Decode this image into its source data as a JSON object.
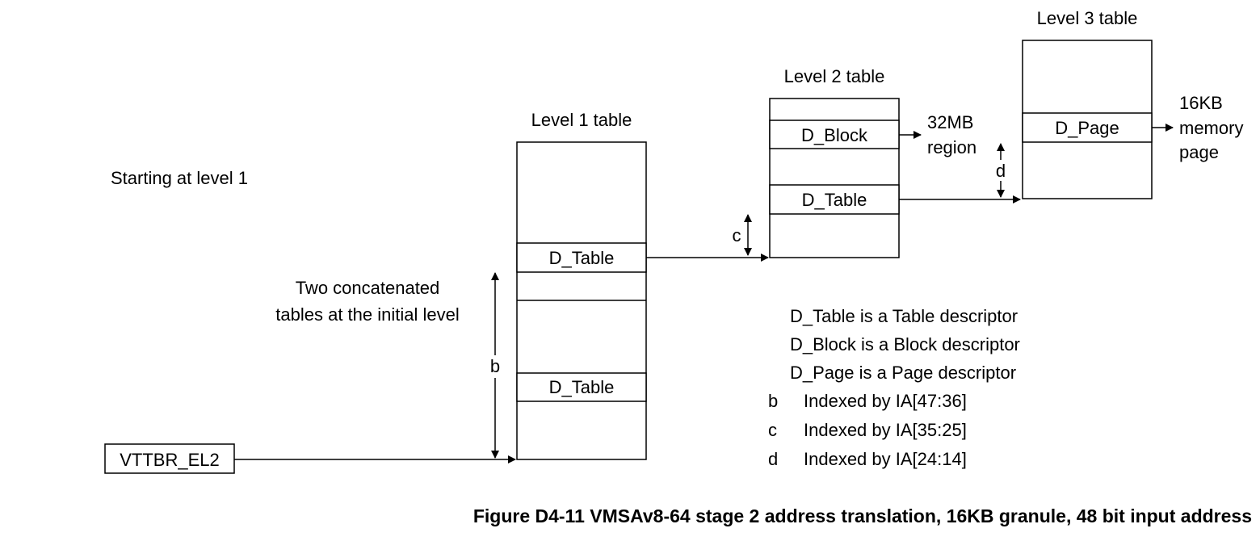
{
  "start_label": "Starting at level 1",
  "concat_note": [
    "Two concatenated",
    "tables at the initial level"
  ],
  "base_register": "VTTBR_EL2",
  "level1": {
    "title": "Level 1 table",
    "entry_top": "D_Table",
    "entry_bottom": "D_Table"
  },
  "level2": {
    "title": "Level 2 table",
    "block_entry": "D_Block",
    "table_entry": "D_Table",
    "block_output": [
      "32MB",
      "region"
    ]
  },
  "level3": {
    "title": "Level 3 table",
    "page_entry": "D_Page",
    "page_output": [
      "16KB",
      "memory",
      "page"
    ]
  },
  "index_markers": {
    "b": "b",
    "c": "c",
    "d": "d"
  },
  "legend": {
    "descriptors": [
      "D_Table is a Table descriptor",
      "D_Block is a Block descriptor",
      "D_Page is a Page descriptor"
    ],
    "indexes": [
      {
        "key": "b",
        "text": "Indexed by IA[47:36]"
      },
      {
        "key": "c",
        "text": "Indexed by IA[35:25]"
      },
      {
        "key": "d",
        "text": "Indexed by IA[24:14]"
      }
    ]
  },
  "caption": "Figure D4-11 VMSAv8-64 stage 2 address translation, 16KB granule, 48 bit input address"
}
